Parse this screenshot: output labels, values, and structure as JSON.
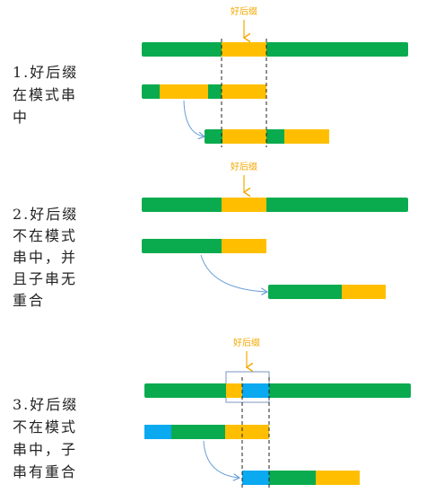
{
  "colors": {
    "green": "#0aab4f",
    "yellow": "#ffbf00",
    "blue": "#0aa9f0",
    "arrow_blue": "#6a9fd8",
    "label_orange": "#f2a900",
    "text": "#222222"
  },
  "sections": [
    {
      "good_suffix_label": "好后缀",
      "caption_lines": [
        "1.好后缀",
        "在模式串",
        "中"
      ]
    },
    {
      "good_suffix_label": "好后缀",
      "caption_lines": [
        "2.好后缀",
        "不在模式",
        "串中，并",
        "且子串无",
        "重合"
      ]
    },
    {
      "good_suffix_label": "好后缀",
      "caption_lines": [
        "3.好后缀",
        "不在模式",
        "串中，子",
        "串有重合"
      ]
    }
  ]
}
